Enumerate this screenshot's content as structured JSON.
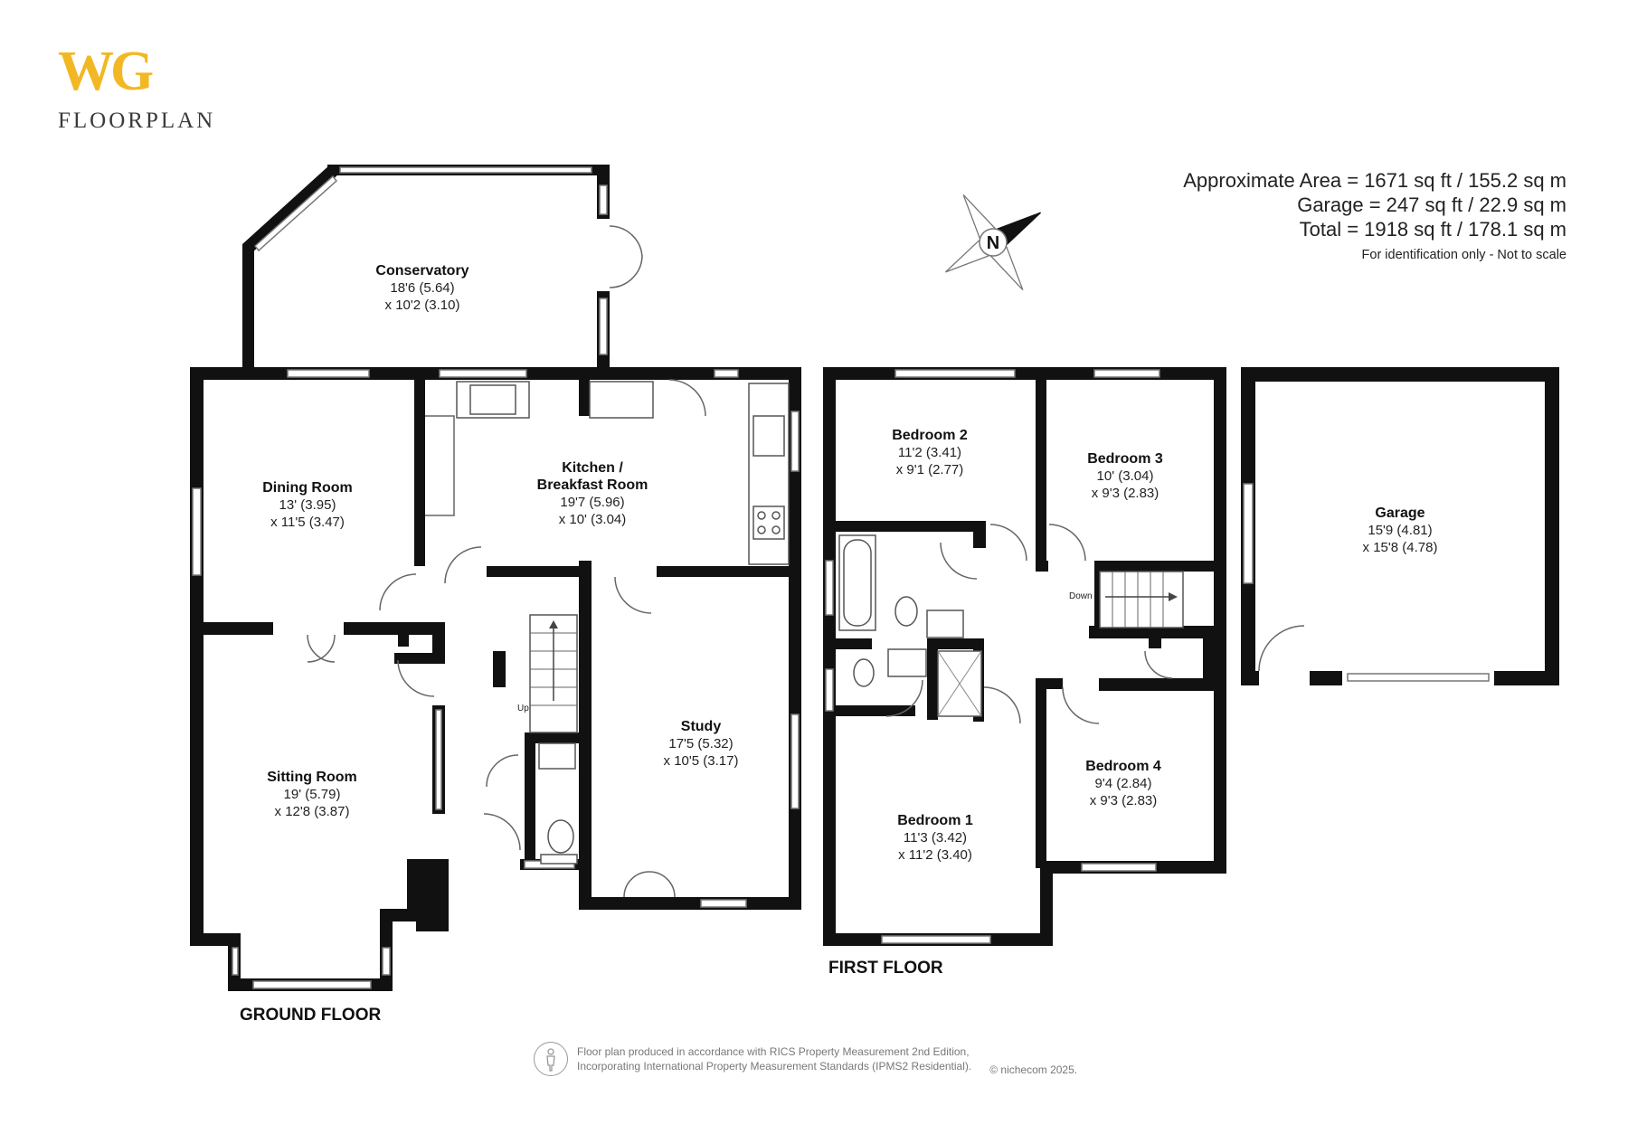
{
  "brand": {
    "mark": "WG",
    "subtitle": "FLOORPLAN",
    "mark_color": "#f2b824"
  },
  "areas": {
    "approx": "Approximate Area = 1671 sq ft / 155.2 sq m",
    "garage": "Garage = 247 sq ft / 22.9 sq m",
    "total": "Total = 1918 sq ft / 178.1 sq m",
    "note": "For identification only - Not to scale"
  },
  "compass": {
    "label": "N"
  },
  "floors": {
    "ground": "GROUND FLOOR",
    "first": "FIRST FLOOR"
  },
  "rooms": {
    "conservatory": {
      "name": "Conservatory",
      "dim1": "18'6 (5.64)",
      "dim2": "x 10'2 (3.10)"
    },
    "dining": {
      "name": "Dining Room",
      "dim1": "13' (3.95)",
      "dim2": "x 11'5 (3.47)"
    },
    "kitchen": {
      "name1": "Kitchen /",
      "name2": "Breakfast Room",
      "dim1": "19'7 (5.96)",
      "dim2": "x 10' (3.04)"
    },
    "sitting": {
      "name": "Sitting Room",
      "dim1": "19' (5.79)",
      "dim2": "x 12'8 (3.87)"
    },
    "study": {
      "name": "Study",
      "dim1": "17'5 (5.32)",
      "dim2": "x 10'5 (3.17)"
    },
    "bedroom1": {
      "name": "Bedroom 1",
      "dim1": "11'3 (3.42)",
      "dim2": "x 11'2 (3.40)"
    },
    "bedroom2": {
      "name": "Bedroom 2",
      "dim1": "11'2 (3.41)",
      "dim2": "x 9'1 (2.77)"
    },
    "bedroom3": {
      "name": "Bedroom 3",
      "dim1": "10' (3.04)",
      "dim2": "x 9'3 (2.83)"
    },
    "bedroom4": {
      "name": "Bedroom 4",
      "dim1": "9'4 (2.84)",
      "dim2": "x 9'3 (2.83)"
    },
    "garage": {
      "name": "Garage",
      "dim1": "15'9 (4.81)",
      "dim2": "x 15'8 (4.78)"
    }
  },
  "stairs": {
    "up": "Up",
    "down": "Down"
  },
  "footer": {
    "line1": "Floor plan produced in accordance with RICS Property Measurement 2nd Edition,",
    "line2": "Incorporating International Property Measurement Standards (IPMS2 Residential).",
    "copyright": "© nichecom 2025."
  }
}
